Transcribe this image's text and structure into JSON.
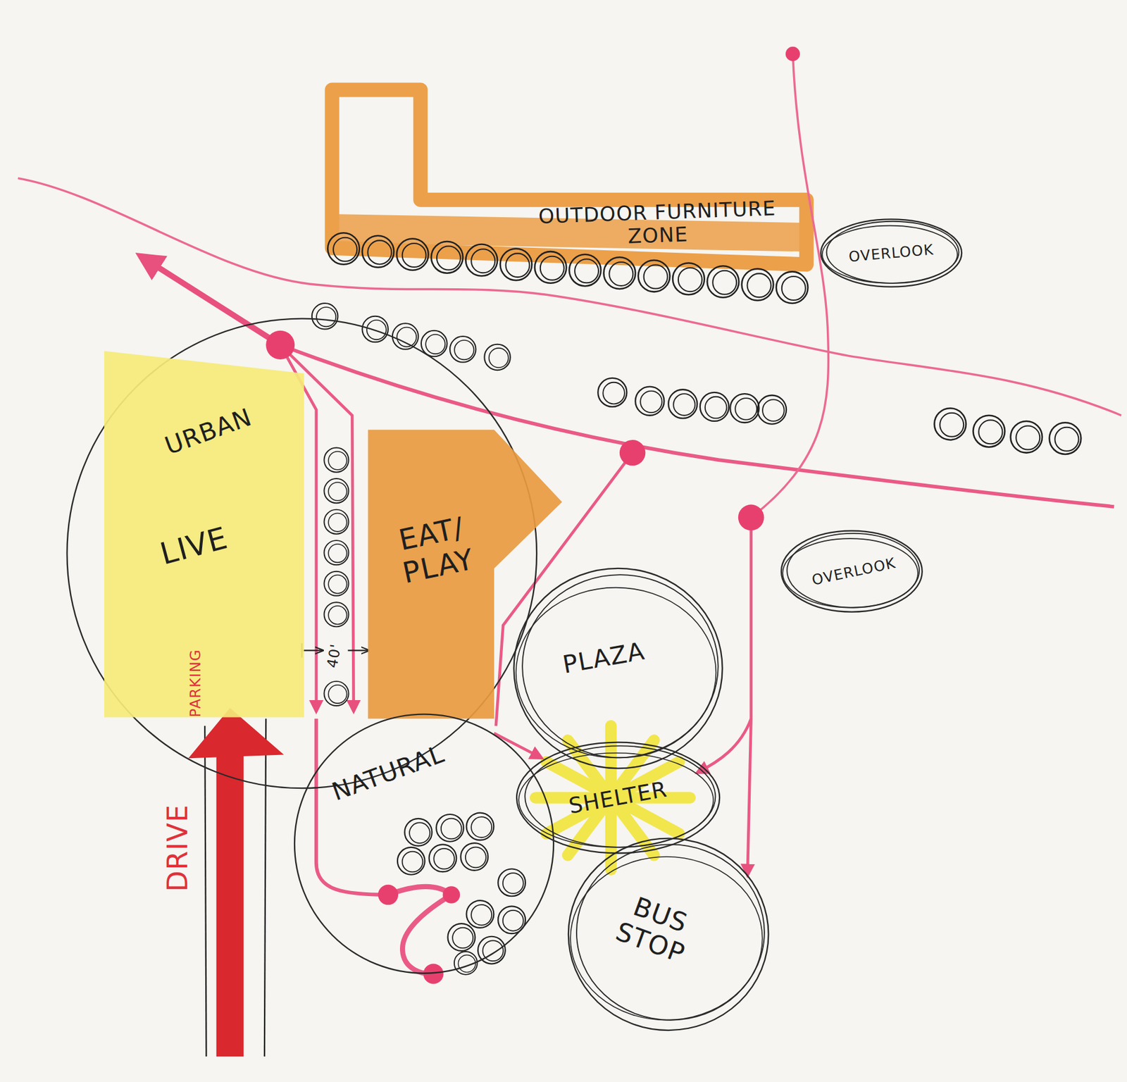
{
  "diagram": {
    "nodes": [
      {
        "text": [
          "OUTDOOR FURNITURE ZONE"
        ]
      },
      {
        "text": [
          "OVERLOOK"
        ]
      },
      {
        "text": [
          "URBAN"
        ]
      },
      {
        "text": [
          "LIVE"
        ],
        "in": 2
      },
      {
        "text": [
          "EAT/ PLAY"
        ],
        "in": 2
      },
      {
        "text": [
          "OVERLOOK"
        ]
      },
      {
        "text": [
          "PLAZA"
        ]
      },
      {
        "text": [
          "NATURAL"
        ]
      },
      {
        "text": [
          "SHELTER"
        ]
      },
      {
        "text": [
          "BUS STOP"
        ]
      }
    ],
    "edges": [
      {
        "from": 7,
        "to": 8,
        "arrow": "to"
      }
    ],
    "labels": [
      "40'",
      "PARKING",
      "DRIVE"
    ]
  }
}
